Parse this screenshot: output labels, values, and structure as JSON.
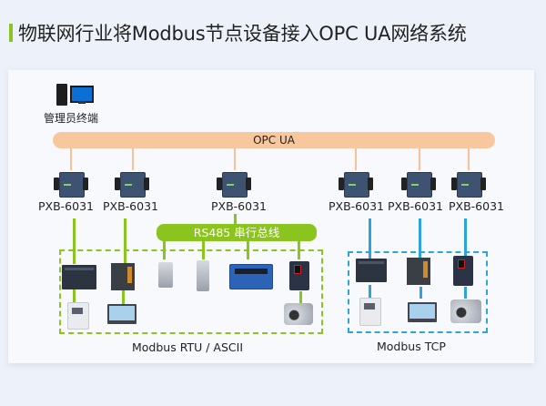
{
  "header": {
    "title": "物联网行业将Modbus节点设备接入OPC UA网络系统",
    "accent_color": "#8cc41f"
  },
  "diagram": {
    "terminal": {
      "label": "管理员终端",
      "icon": "computer-icon"
    },
    "opc_bus": {
      "label": "OPC UA",
      "color": "#f9c79e"
    },
    "gateways": [
      {
        "label": "PXB-6031",
        "icon": "gateway-device-icon"
      },
      {
        "label": "PXB-6031",
        "icon": "gateway-device-icon"
      },
      {
        "label": "PXB-6031",
        "icon": "gateway-device-icon"
      },
      {
        "label": "PXB-6031",
        "icon": "gateway-device-icon"
      },
      {
        "label": "PXB-6031",
        "icon": "gateway-device-icon"
      },
      {
        "label": "PXB-6031",
        "icon": "gateway-device-icon"
      }
    ],
    "rs485_bus": {
      "label": "RS485 串行总线",
      "color": "#8cc41f"
    },
    "rtu_group": {
      "label": "Modbus RTU / ASCII",
      "color": "#8cc41f",
      "devices": [
        "plc-icon",
        "plc-cpu-icon",
        "flowmeter-icon",
        "vortex-flowmeter-icon",
        "display-controller-icon",
        "inverter-icon",
        "power-meter-icon",
        "hmi-panel-icon",
        "pump-icon"
      ]
    },
    "tcp_group": {
      "label": "Modbus TCP",
      "color": "#2fa3db",
      "devices": [
        "plc-icon",
        "plc-cpu-icon",
        "inverter-icon",
        "power-meter-icon",
        "hmi-panel-icon",
        "pump-icon"
      ]
    }
  }
}
